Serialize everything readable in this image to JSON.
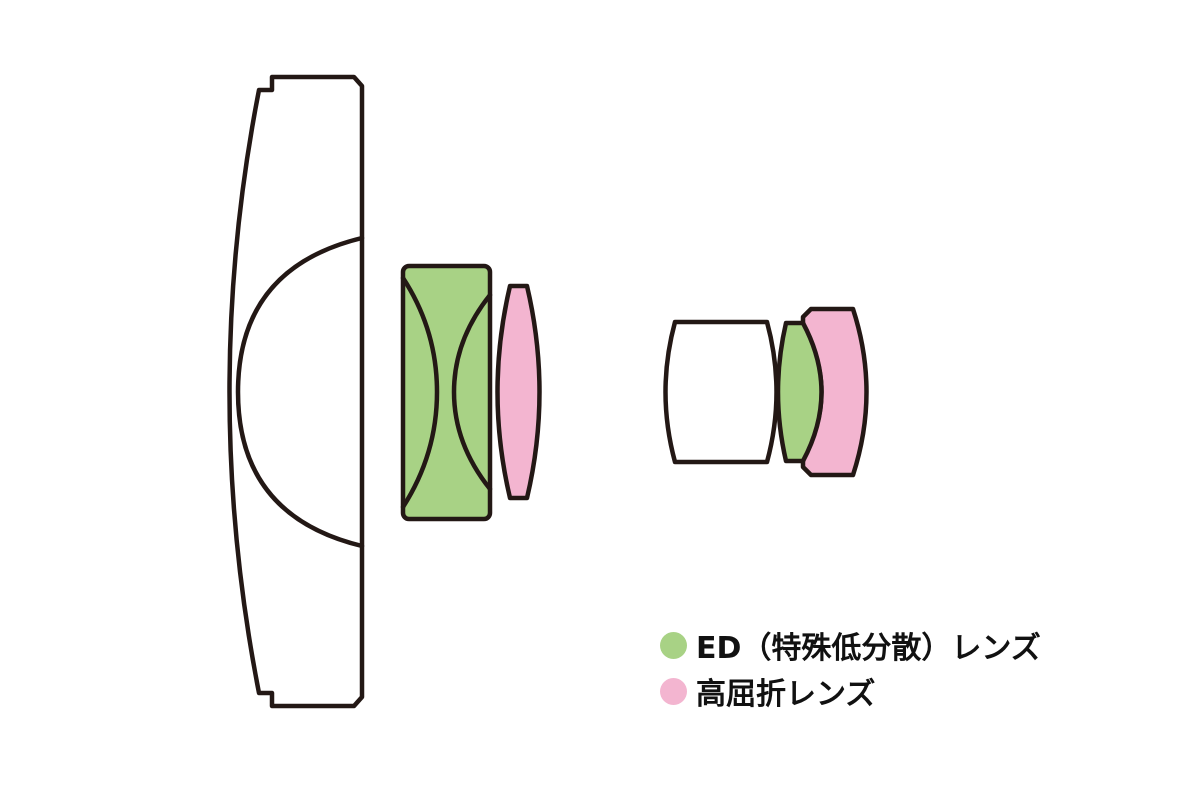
{
  "diagram": {
    "type": "lens-construction",
    "colors": {
      "outline": "#231815",
      "ed_lens": "#a8d285",
      "high_refraction_lens": "#f3b5d0",
      "plain_lens": "#ffffff"
    },
    "groups": [
      {
        "id": "group-1",
        "elements": [
          {
            "id": "front-meniscus",
            "type": "plain"
          },
          {
            "id": "cemented-doublet-ed",
            "type": "ed"
          },
          {
            "id": "biconvex",
            "type": "high_refraction"
          }
        ]
      },
      {
        "id": "group-2",
        "elements": [
          {
            "id": "rear-biconcave",
            "type": "plain"
          },
          {
            "id": "rear-biconvex",
            "type": "ed"
          },
          {
            "id": "rear-meniscus",
            "type": "high_refraction"
          }
        ]
      }
    ]
  },
  "legend": {
    "items": [
      {
        "label": "ED（特殊低分散）レンズ",
        "color": "#a8d285"
      },
      {
        "label": "高屈折レンズ",
        "color": "#f3b5d0"
      }
    ]
  }
}
